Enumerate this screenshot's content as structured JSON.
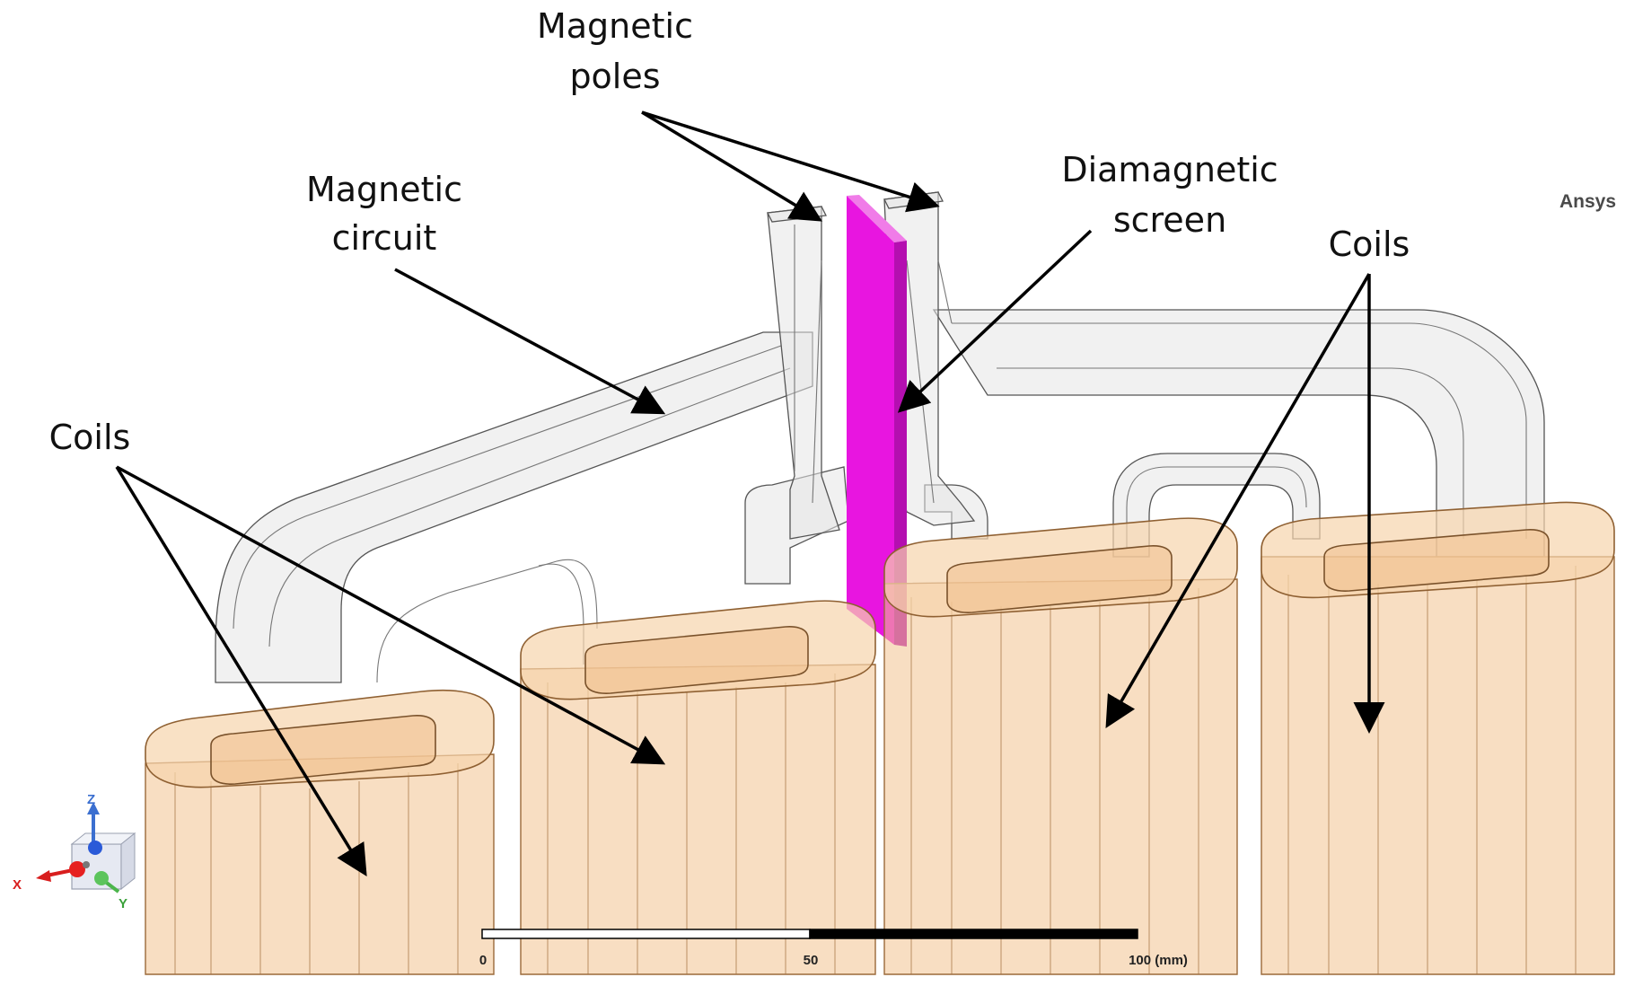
{
  "labels": {
    "magnetic_poles_line1": "Magnetic",
    "magnetic_poles_line2": "poles",
    "magnetic_circuit_line1": "Magnetic",
    "magnetic_circuit_line2": "circuit",
    "diamagnetic_screen_line1": "Diamagnetic",
    "diamagnetic_screen_line2": "screen",
    "coils_left": "Coils",
    "coils_right": "Coils"
  },
  "brand": "Ansys",
  "scale_bar": {
    "tick_0": "0",
    "tick_50": "50",
    "tick_100": "100 (mm)"
  },
  "triad": {
    "x": "X",
    "y": "Y",
    "z": "Z"
  },
  "colors": {
    "screen": "#e815e0",
    "coil": "#f2c28f",
    "core": "#e6e6e6"
  }
}
